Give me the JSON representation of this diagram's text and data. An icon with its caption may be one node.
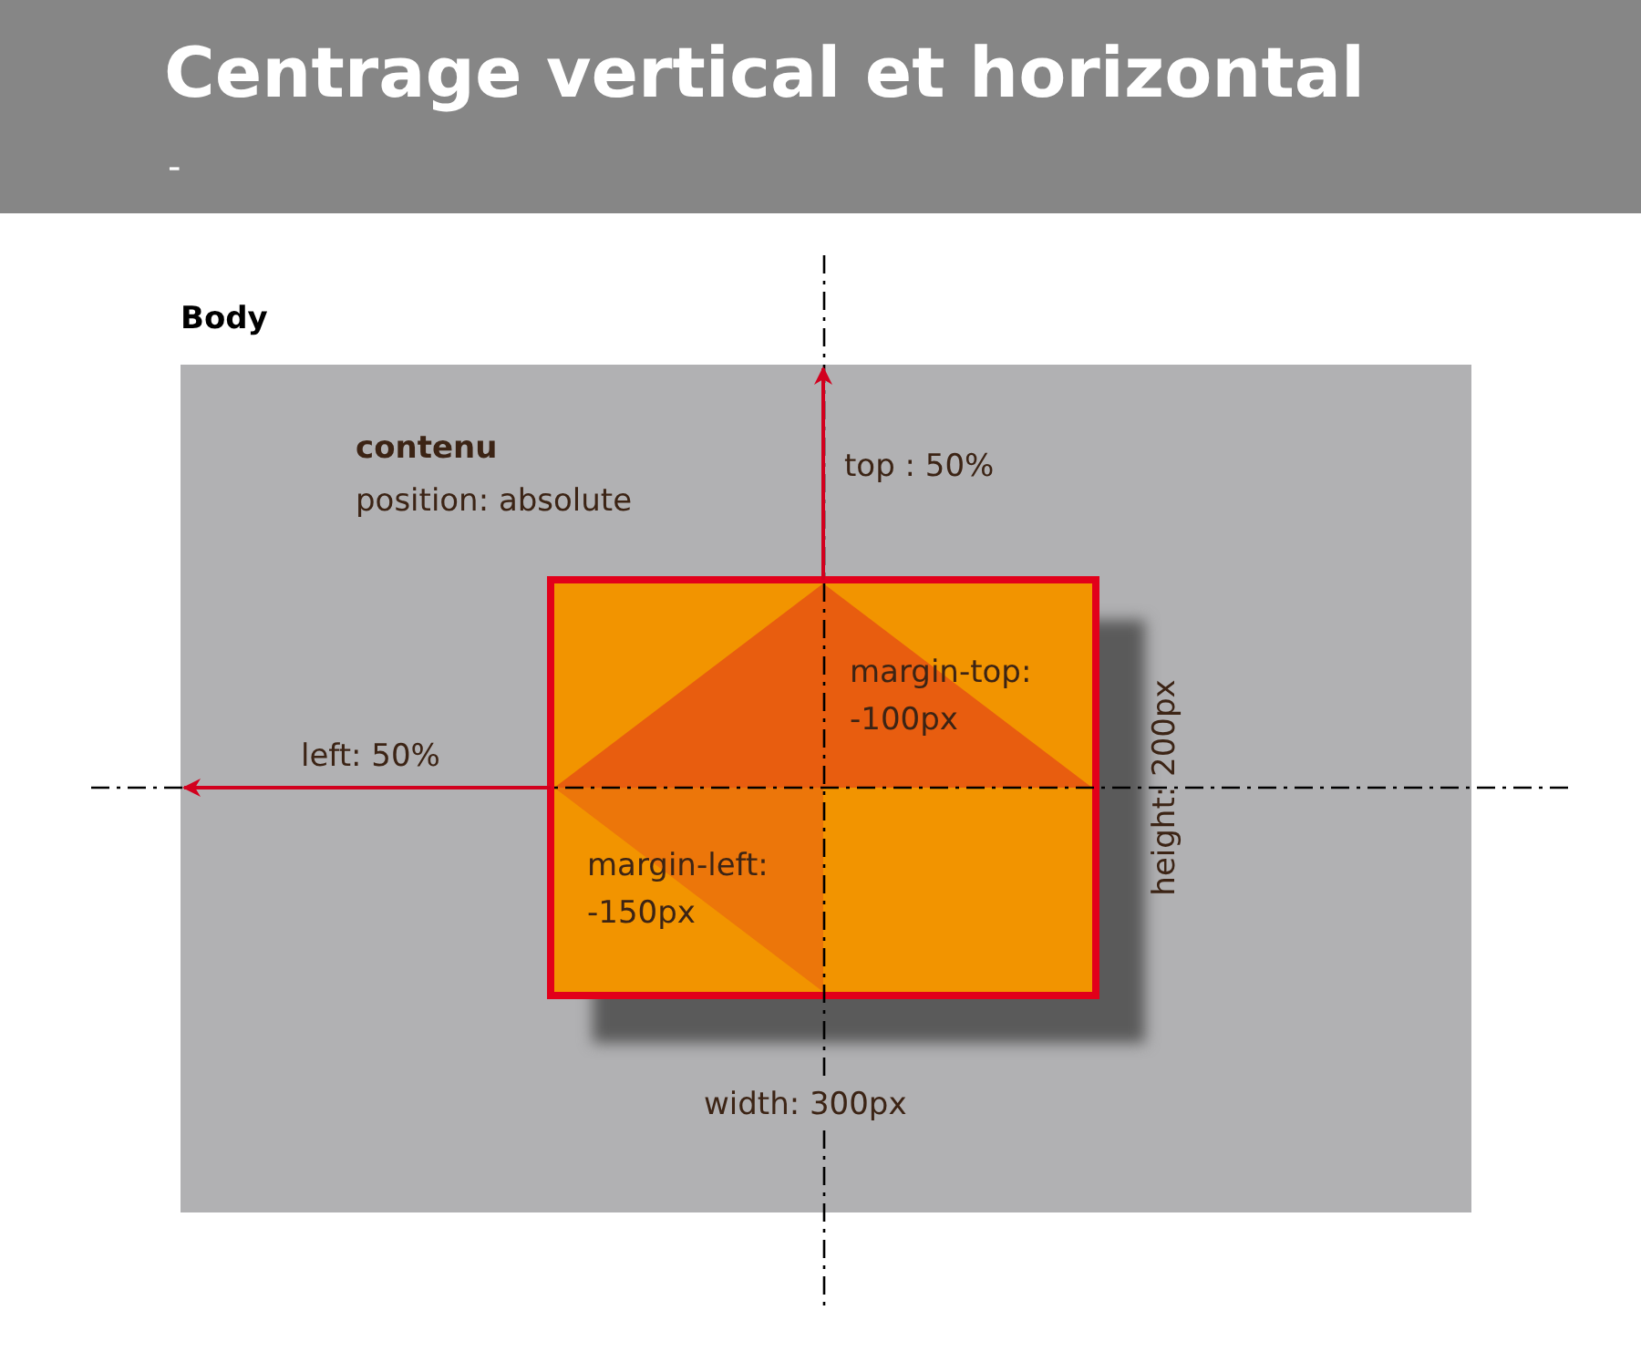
{
  "diagram": {
    "title": "Centrage vertical et horizontal",
    "nodes": [
      {
        "text": [
          "Body"
        ]
      },
      {
        "text": [
          "margin-top: -100px",
          "margin-left: -150px"
        ],
        "in": 0,
        "beside": [
          "height: 200px",
          "width: 300px"
        ]
      }
    ],
    "edges": [
      {
        "from": 1,
        "to": 0,
        "arrow": "to",
        "label": "top : 50%",
        "color": "#d2001e"
      },
      {
        "from": 1,
        "to": 0,
        "arrow": "to",
        "label": "left: 50%",
        "color": "#d2001e"
      }
    ],
    "labels": [
      "-",
      "contenu",
      "position: absolute"
    ]
  }
}
